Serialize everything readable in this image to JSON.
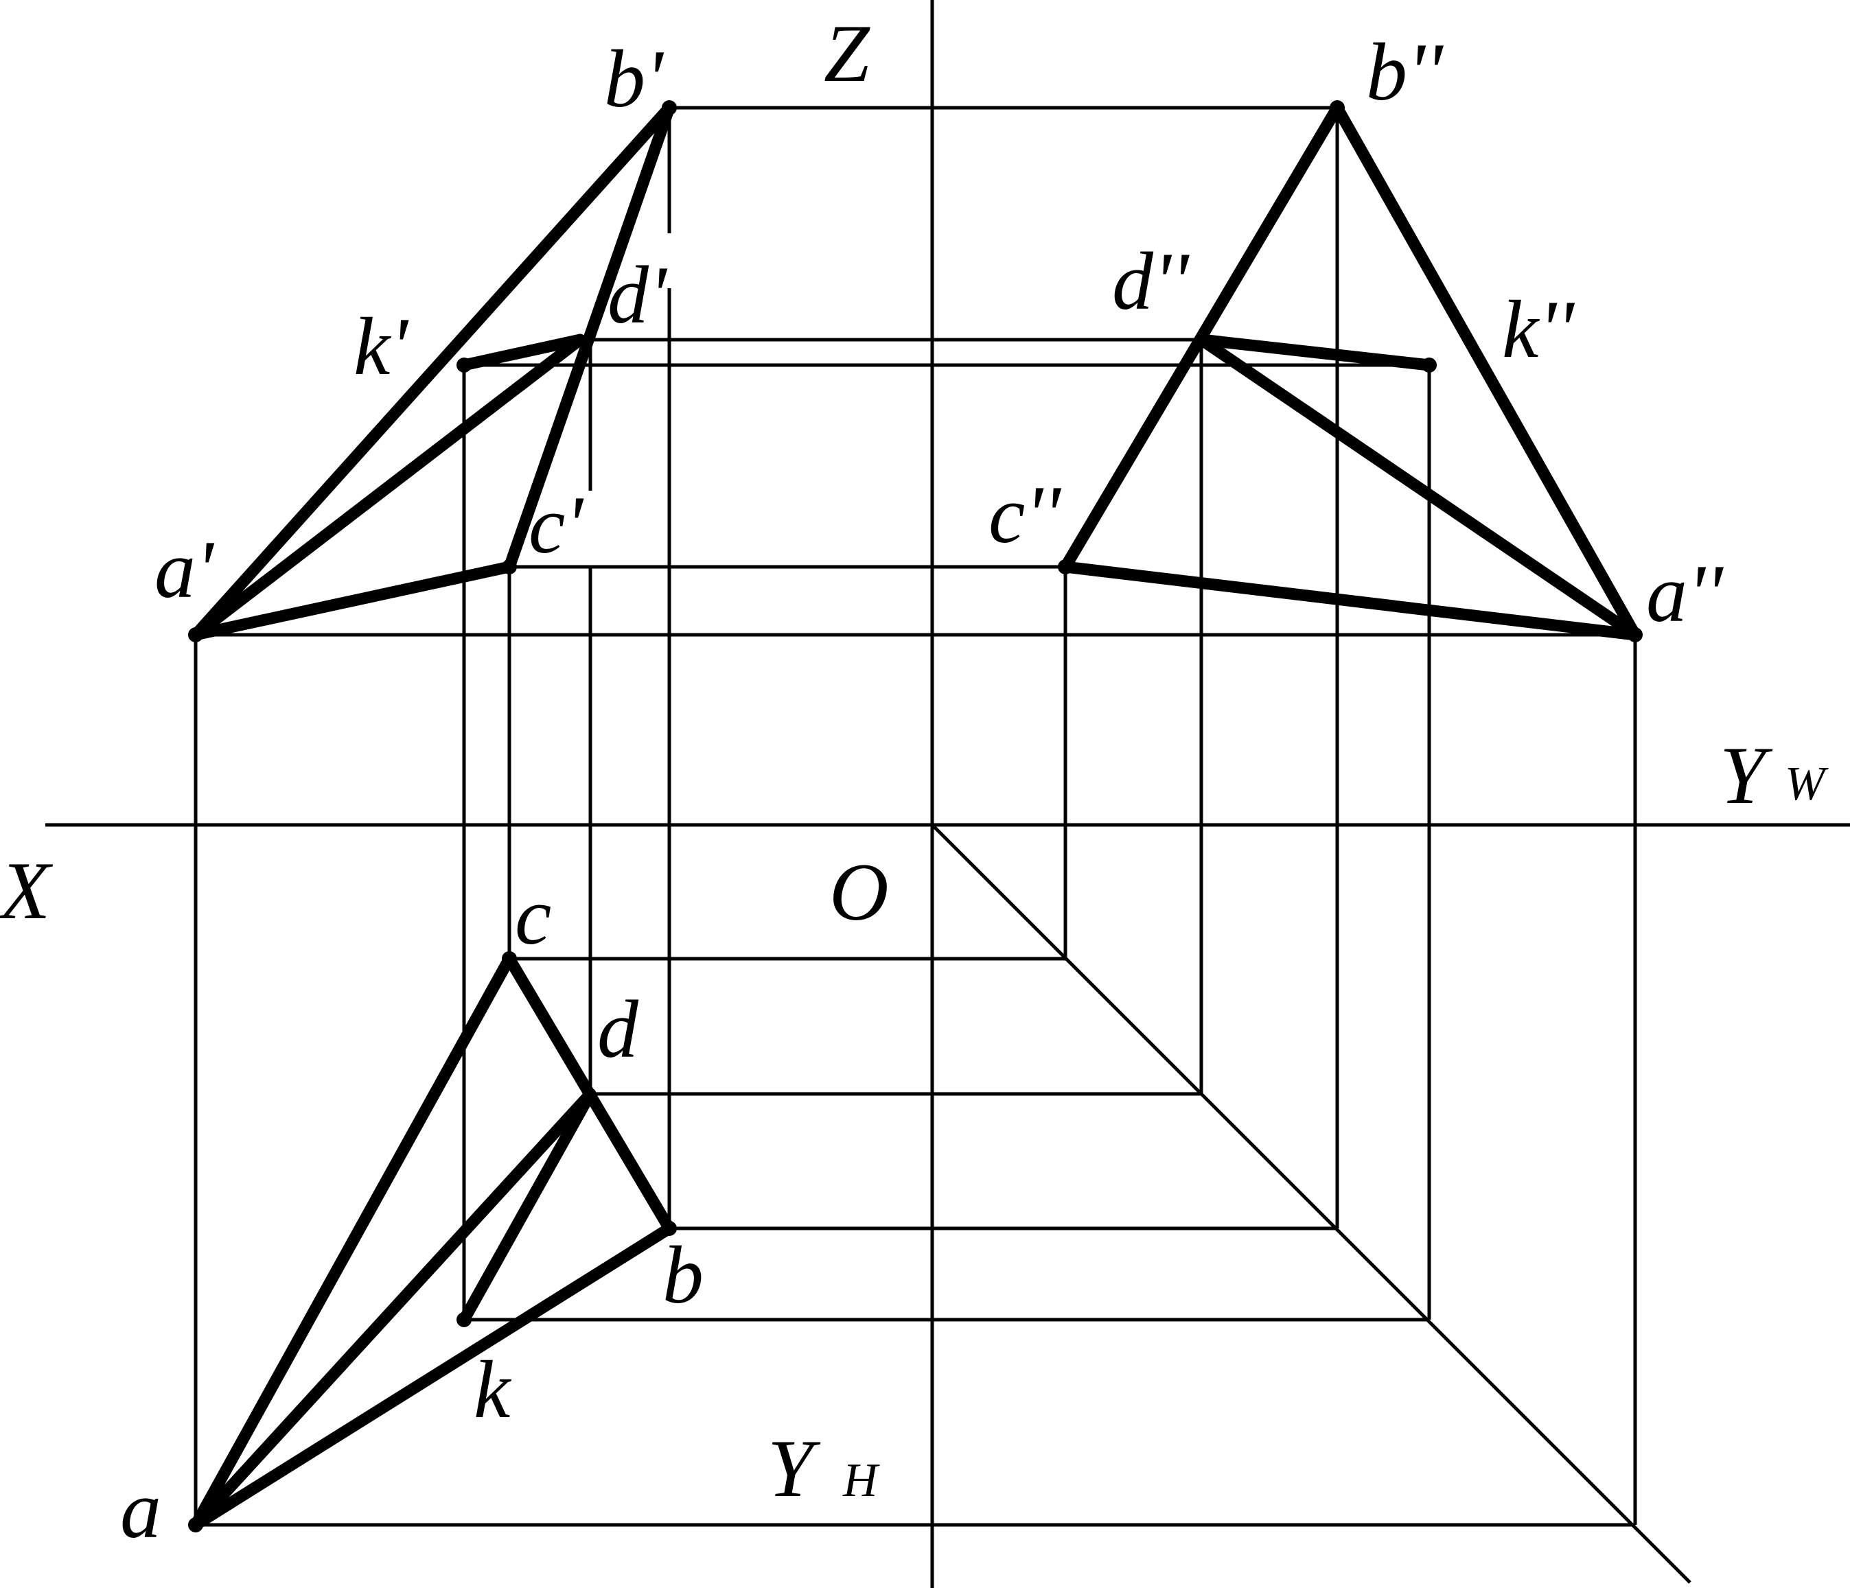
{
  "labels": {
    "Z": "Z",
    "X": "X",
    "O": "O",
    "YW": "Y",
    "YW_sub": "W",
    "YH": "Y",
    "YH_sub": "H",
    "b1": "b'",
    "d1": "d'",
    "k1": "k'",
    "c1": "c'",
    "a1": "a'",
    "b2": "b''",
    "d2": "d''",
    "k2": "k''",
    "c2": "c''",
    "a2": "a''",
    "a": "a",
    "b": "b",
    "c": "c",
    "d": "d",
    "k": "k"
  }
}
